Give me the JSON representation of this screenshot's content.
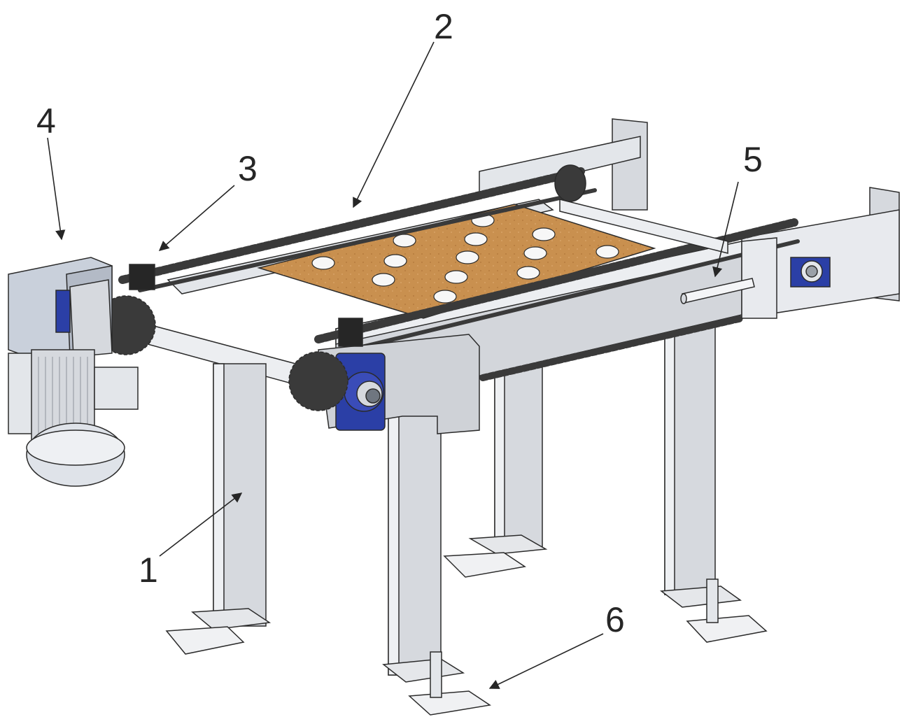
{
  "figure": {
    "callouts": [
      {
        "label": "1",
        "part": "support-leg"
      },
      {
        "label": "2",
        "part": "conveyor-chain"
      },
      {
        "label": "3",
        "part": "chain-guide-block"
      },
      {
        "label": "4",
        "part": "drive-motor"
      },
      {
        "label": "5",
        "part": "side-rail-shaft"
      },
      {
        "label": "6",
        "part": "leveling-foot"
      }
    ]
  },
  "colors": {
    "frame": "#d6d9de",
    "frame_dark": "#a9adb4",
    "outline": "#2b2b2b",
    "chain": "#3a3a3a",
    "plate": "#c9904f",
    "bearing_blue": "#2b3fa6",
    "motor": "#c9d0db"
  }
}
